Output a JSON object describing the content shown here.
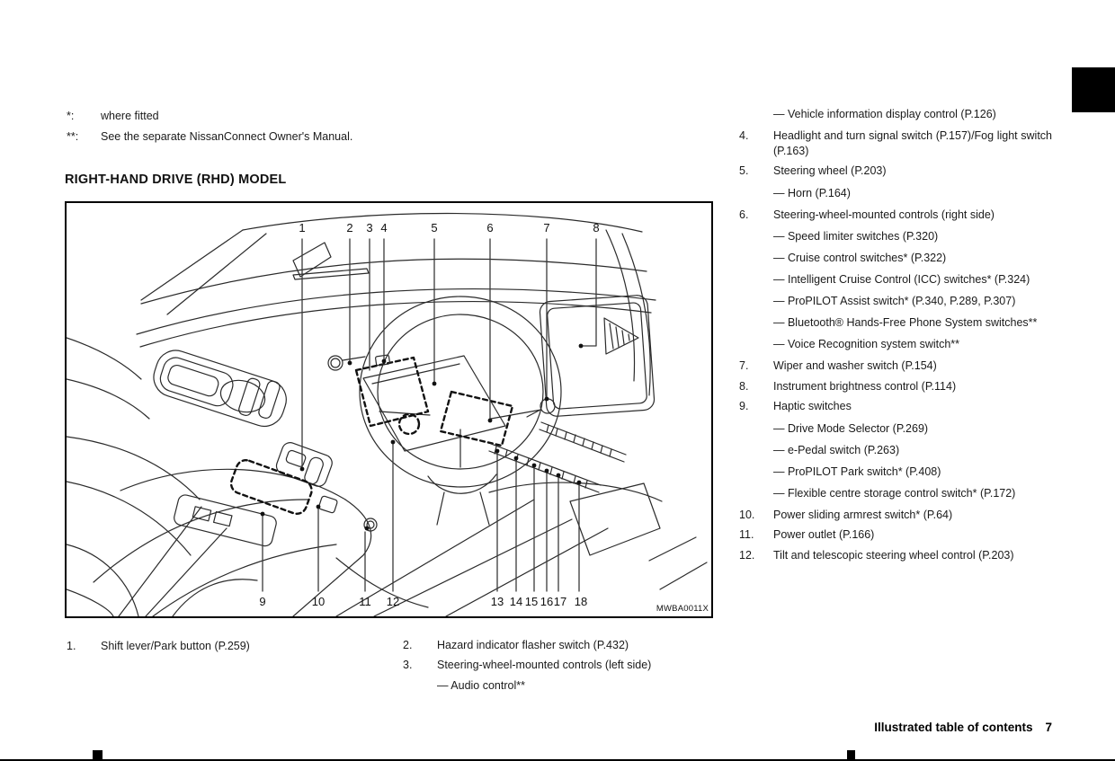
{
  "footnotes": [
    {
      "symbol": "*:",
      "text": "where fitted"
    },
    {
      "symbol": "**:",
      "text": "See the separate NissanConnect Owner's Manual."
    }
  ],
  "heading": "RIGHT-HAND DRIVE (RHD) MODEL",
  "figure": {
    "code": "MWBA0011X",
    "callouts": {
      "top": [
        "1",
        "2",
        "3",
        "4",
        "5",
        "6",
        "7",
        "8"
      ],
      "bottom": [
        "9",
        "10",
        "11",
        "12",
        "13",
        "14",
        "15",
        "16",
        "17",
        "18"
      ]
    }
  },
  "list_left": {
    "item1": {
      "num": "1.",
      "text": "Shift lever/Park button (P.259)"
    }
  },
  "list_mid": {
    "item2": {
      "num": "2.",
      "text": "Hazard indicator flasher switch (P.432)"
    },
    "item3": {
      "num": "3.",
      "text": "Steering-wheel-mounted controls (left side)",
      "sub1": "— Audio control**"
    }
  },
  "list_right": {
    "cont3": "— Vehicle information display control (P.126)",
    "item4": {
      "num": "4.",
      "text": "Headlight and turn signal switch (P.157)/Fog light switch (P.163)"
    },
    "item5": {
      "num": "5.",
      "text": "Steering wheel (P.203)",
      "sub1": "— Horn (P.164)"
    },
    "item6": {
      "num": "6.",
      "text": "Steering-wheel-mounted controls (right side)",
      "sub1": "— Speed limiter switches (P.320)",
      "sub2": "— Cruise control switches* (P.322)",
      "sub3": "— Intelligent Cruise Control (ICC) switches* (P.324)",
      "sub4": "— ProPILOT Assist switch* (P.340, P.289, P.307)",
      "sub5": "— Bluetooth® Hands-Free Phone System switches**",
      "sub6": "— Voice Recognition system switch**"
    },
    "item7": {
      "num": "7.",
      "text": "Wiper and washer switch (P.154)"
    },
    "item8": {
      "num": "8.",
      "text": "Instrument brightness control (P.114)"
    },
    "item9": {
      "num": "9.",
      "text": "Haptic switches",
      "sub1": "— Drive Mode Selector (P.269)",
      "sub2": "— e-Pedal switch (P.263)",
      "sub3": "— ProPILOT Park switch* (P.408)",
      "sub4": "— Flexible centre storage control switch* (P.172)"
    },
    "item10": {
      "num": "10.",
      "text": "Power sliding armrest switch* (P.64)"
    },
    "item11": {
      "num": "11.",
      "text": "Power outlet (P.166)"
    },
    "item12": {
      "num": "12.",
      "text": "Tilt and telescopic steering wheel control (P.203)"
    }
  },
  "footer": {
    "title": "Illustrated table of contents",
    "page": "7"
  }
}
